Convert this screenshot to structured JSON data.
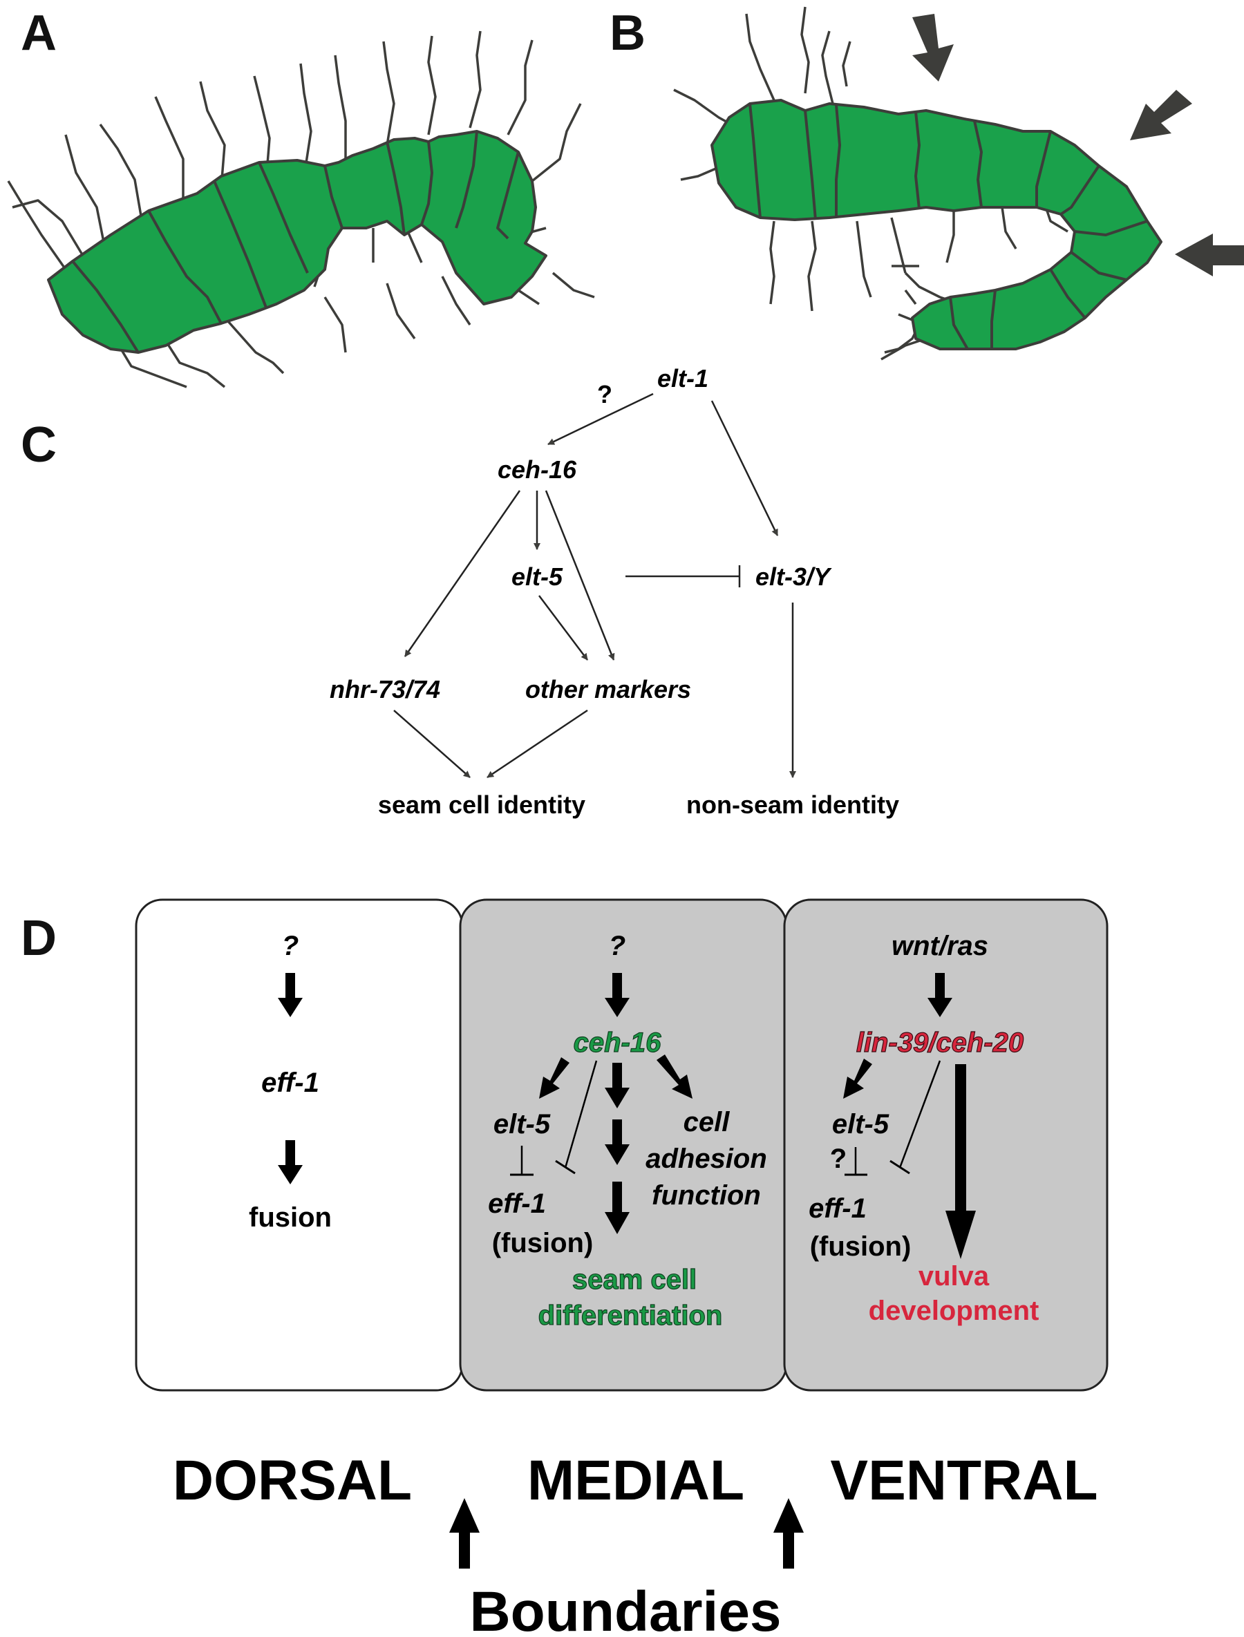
{
  "panels": {
    "a": "A",
    "b": "B",
    "c": "C",
    "d": "D"
  },
  "colors": {
    "seam_green": "#1aa14b",
    "green_text": "#1a9a46",
    "red_text": "#d7263d",
    "box_gray": "#c8c8c8",
    "outline": "#3d3d3a"
  },
  "panel_c": {
    "elt1": "elt-1",
    "question": "?",
    "ceh16": "ceh-16",
    "elt5": "elt-5",
    "elt3y": "elt-3/Y",
    "nhr": "nhr-73/74",
    "other_markers": "other markers",
    "seam_identity": "seam cell identity",
    "nonseam_identity": "non-seam identity"
  },
  "panel_d": {
    "dorsal": {
      "top": "?",
      "gene": "eff-1",
      "outcome": "fusion"
    },
    "medial": {
      "top": "?",
      "gene": "ceh-16",
      "elt5": "elt-5",
      "eff1": "eff-1",
      "fusion": "(fusion)",
      "cell": "cell",
      "adhesion": "adhesion",
      "function": "function",
      "seam1": "seam cell",
      "seam2": "differentiation"
    },
    "ventral": {
      "top": "wnt/ras",
      "gene": "lin-39/ceh-20",
      "elt5": "elt-5",
      "question": "?",
      "eff1": "eff-1",
      "fusion": "(fusion)",
      "vulva1": "vulva",
      "vulva2": "development"
    },
    "regions": {
      "dorsal": "DORSAL",
      "medial": "MEDIAL",
      "ventral": "VENTRAL"
    },
    "boundaries": "Boundaries"
  }
}
